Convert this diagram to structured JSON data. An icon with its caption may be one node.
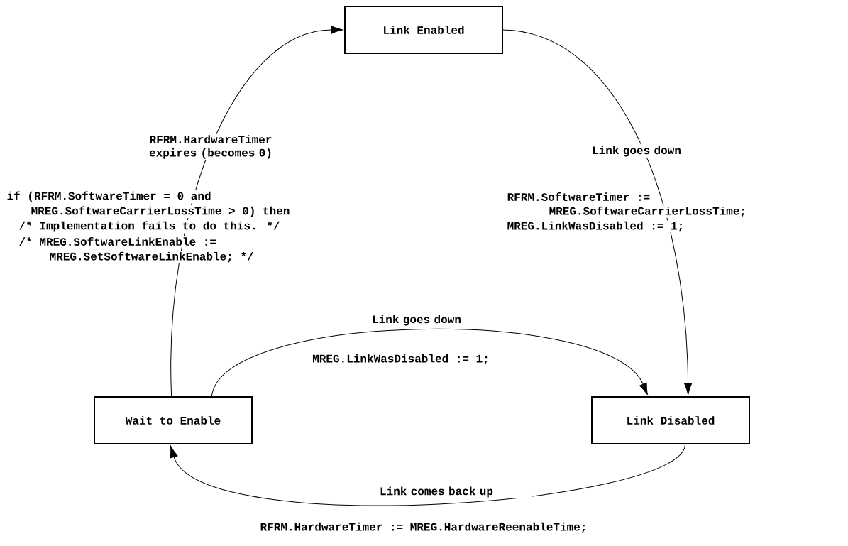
{
  "diagram": {
    "nodes": [
      {
        "text": [
          "Link Enabled"
        ]
      },
      {
        "text": [
          "Wait to Enable"
        ]
      },
      {
        "text": [
          "Link Disabled"
        ]
      }
    ],
    "edges": [
      {
        "from": 0,
        "to": 2,
        "arrow": "to",
        "label": "Link goes down"
      },
      {
        "from": 1,
        "to": 0,
        "arrow": "to",
        "label": "RFRM.HardwareTimer expires (becomes 0)"
      },
      {
        "from": 1,
        "to": 2,
        "arrow": "to",
        "label": "Link goes down"
      },
      {
        "from": 2,
        "to": 1,
        "arrow": "to",
        "label": "Link comes back up"
      }
    ],
    "labels": [
      "if (RFRM.SoftwareTimer = 0 and",
      "MREG.SoftwareCarrierLossTime > 0) then",
      "/* Implementation fails to do this. */",
      "/* MREG.SoftwareLinkEnable :=",
      "MREG.SetSoftwareLinkEnable; */",
      "RFRM.SoftwareTimer :=",
      "MREG.SoftwareCarrierLossTime;",
      "MREG.LinkWasDisabled := 1;",
      "MREG.LinkWasDisabled := 1;",
      "RFRM.HardwareTimer := MREG.HardwareReenableTime;"
    ]
  }
}
